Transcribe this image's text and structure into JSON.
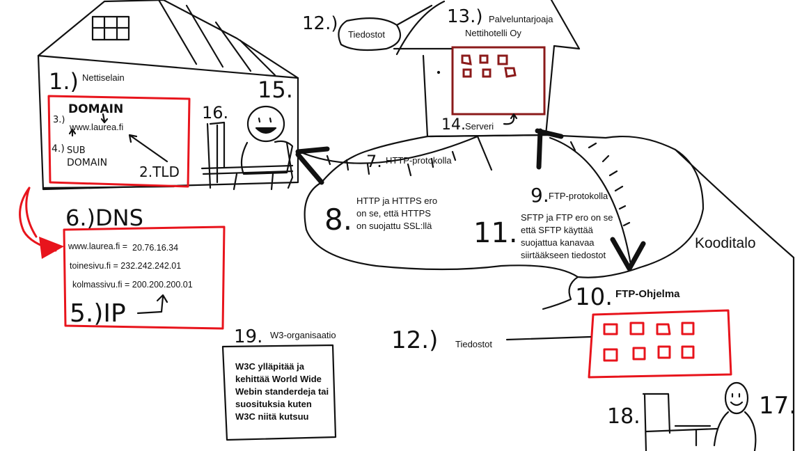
{
  "labels": {
    "n1": "1.)",
    "nettiselain": "Nettiselain",
    "domain_word": "DOMAIN",
    "n3": "3.)",
    "url": "www.laurea.fi",
    "n4": "4.)",
    "sub": "SUB",
    "subdomain": "DOMAIN",
    "tld": "2.TLD",
    "n16": "16.",
    "n15": "15.",
    "n6_dns": "6.)DNS",
    "dns_row1_name": "www.laurea.fi =",
    "dns_row1_ip": "20.76.16.34",
    "dns_row2": "toinesivu.fi = 232.242.242.01",
    "dns_row3": "kolmassivu.fi = 200.200.200.01",
    "n5_ip": "5.)IP",
    "n12_top": "12.)",
    "tiedostot_top": "Tiedostot",
    "n13": "13.)",
    "palveluntarjoaja": "Palveluntarjoaja",
    "nettihotelli": "Nettihotelli Oy",
    "n14": "14.",
    "serveri": "Serveri",
    "n7": "7.",
    "http_protokolla": "HTTP-protokolla",
    "n8": "8.",
    "n9": "9.",
    "ftp_protokolla": "FTP-protokolla",
    "n11": "11.",
    "kooditalo": "Kooditalo",
    "n10": "10.",
    "ftp_ohjelma": "FTP-Ohjelma",
    "n12_bottom": "12.)",
    "tiedostot_bottom": "Tiedostot",
    "n19": "19.",
    "w3_organisaatio": "W3-organisaatio",
    "n18": "18.",
    "n17": "17."
  },
  "notes": {
    "http_https": "HTTP ja HTTPS ero on se, että HTTPS on suojattu SSL:llä",
    "sftp_ftp": "SFTP ja FTP ero on se että SFTP käyttää suojattua kanavaa siirtääkseen tiedostot",
    "w3c": "W3C ylläpitää ja kehittää World Wide Webin standerdeja tai suosituksia kuten W3C niitä kutsuu"
  },
  "colors": {
    "red": "#e8141c",
    "maroon": "#8b1a1a",
    "ink": "#111111"
  }
}
